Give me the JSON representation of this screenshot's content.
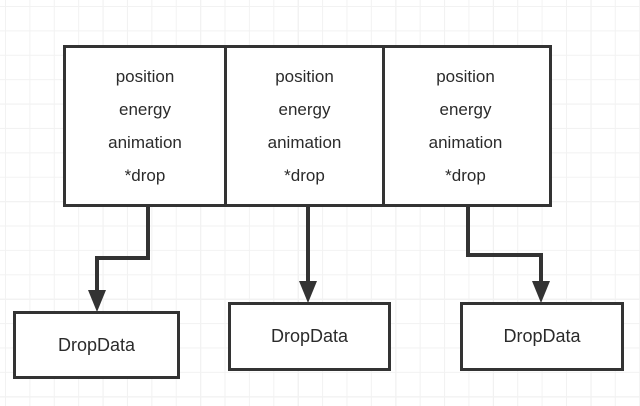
{
  "diagram": {
    "background": {
      "grid_color": "#f2f2f2",
      "grid_major_color": "#ebebeb",
      "page_color": "#ffffff"
    },
    "stroke_color": "#333333",
    "text_color": "#2b2b2b",
    "top_node": {
      "compartments": [
        {
          "lines": [
            "position",
            "energy",
            "animation",
            "*drop"
          ]
        },
        {
          "lines": [
            "position",
            "energy",
            "animation",
            "*drop"
          ]
        },
        {
          "lines": [
            "position",
            "energy",
            "animation",
            "*drop"
          ]
        }
      ]
    },
    "bottom_nodes": [
      {
        "label": "DropData"
      },
      {
        "label": "DropData"
      },
      {
        "label": "DropData"
      }
    ],
    "edges": [
      {
        "from": "compartment-1",
        "to": "dropdata-1",
        "style": "orthogonal",
        "arrow": "filled-triangle"
      },
      {
        "from": "compartment-2",
        "to": "dropdata-2",
        "style": "straight",
        "arrow": "filled-triangle"
      },
      {
        "from": "compartment-3",
        "to": "dropdata-3",
        "style": "orthogonal",
        "arrow": "filled-triangle"
      }
    ]
  }
}
